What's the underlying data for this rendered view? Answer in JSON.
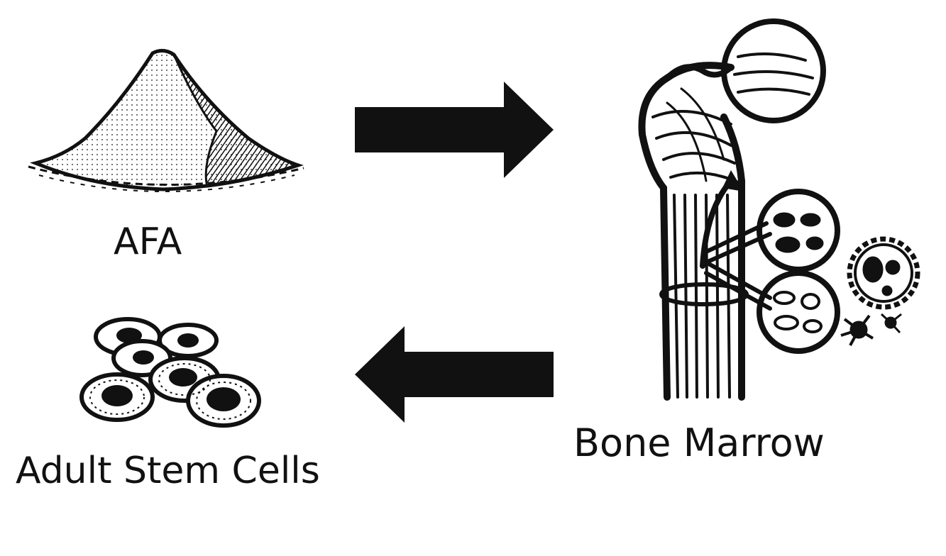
{
  "diagram": {
    "nodes": [
      {
        "id": "afa",
        "label": "AFA",
        "icon": "powder-pile-icon"
      },
      {
        "id": "bone-marrow",
        "label": "Bone Marrow",
        "icon": "femur-bone-icon"
      },
      {
        "id": "adult-stem-cells",
        "label": "Adult Stem Cells",
        "icon": "cells-cluster-icon"
      }
    ],
    "edges": [
      {
        "from": "afa",
        "to": "bone-marrow",
        "icon": "arrow-right-icon"
      },
      {
        "from": "bone-marrow",
        "to": "adult-stem-cells",
        "icon": "arrow-left-icon"
      }
    ]
  },
  "colors": {
    "ink": "#111111",
    "background": "#ffffff"
  }
}
